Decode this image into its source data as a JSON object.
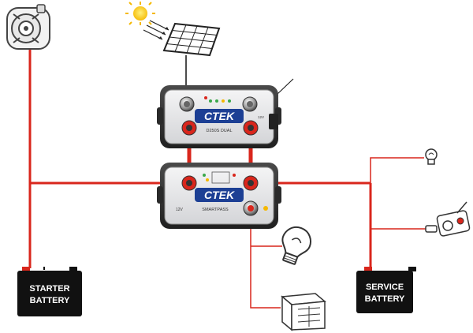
{
  "devices": {
    "top": {
      "brand": "CTEK",
      "model": "D250S DUAL",
      "voltage": "12V"
    },
    "bottom": {
      "brand": "CTEK",
      "model": "SMARTPASS",
      "voltage": "12V"
    }
  },
  "batteries": {
    "starter": {
      "line1": "STARTER",
      "line2": "BATTERY"
    },
    "service": {
      "line1": "SERVICE",
      "line2": "BATTERY"
    }
  },
  "icons": [
    "alternator-icon",
    "sun-icon",
    "solar-panel-icon",
    "light-bulb-icon",
    "lamp-icon",
    "radio-icon",
    "fridge-icon"
  ],
  "colors": {
    "wire_red": "#d9261c",
    "wire_black": "#111111",
    "device_body": "#3a3a3a",
    "device_face": "#e9e9ea",
    "battery": "#111111",
    "sun": "#f5b800"
  }
}
